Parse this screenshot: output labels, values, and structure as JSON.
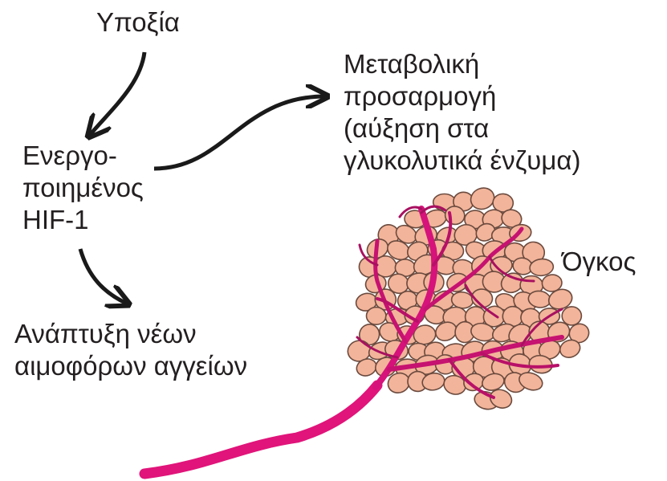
{
  "diagram": {
    "hypoxia": "Υποξία",
    "hif1": {
      "line1": "Ενεργο-",
      "line2": "ποιημένος",
      "line3": "HIF-1"
    },
    "metabolic": {
      "line1": "Μεταβολική",
      "line2": "προσαρμογή",
      "line3": "(αύξηση στα",
      "line4": "γλυκολυτικά ένζυμα)"
    },
    "angiogenesis": {
      "line1": "Ανάπτυξη νέων",
      "line2": "αιμοφόρων αγγείων"
    },
    "tumor": "Όγκος"
  },
  "colors": {
    "text": "#231f20",
    "arrow": "#1a1a1a",
    "tumor_fill": "#f2b49a",
    "tumor_outline": "#6b4a3e",
    "vessel": "#e0147a",
    "vessel_dark": "#a81060"
  }
}
